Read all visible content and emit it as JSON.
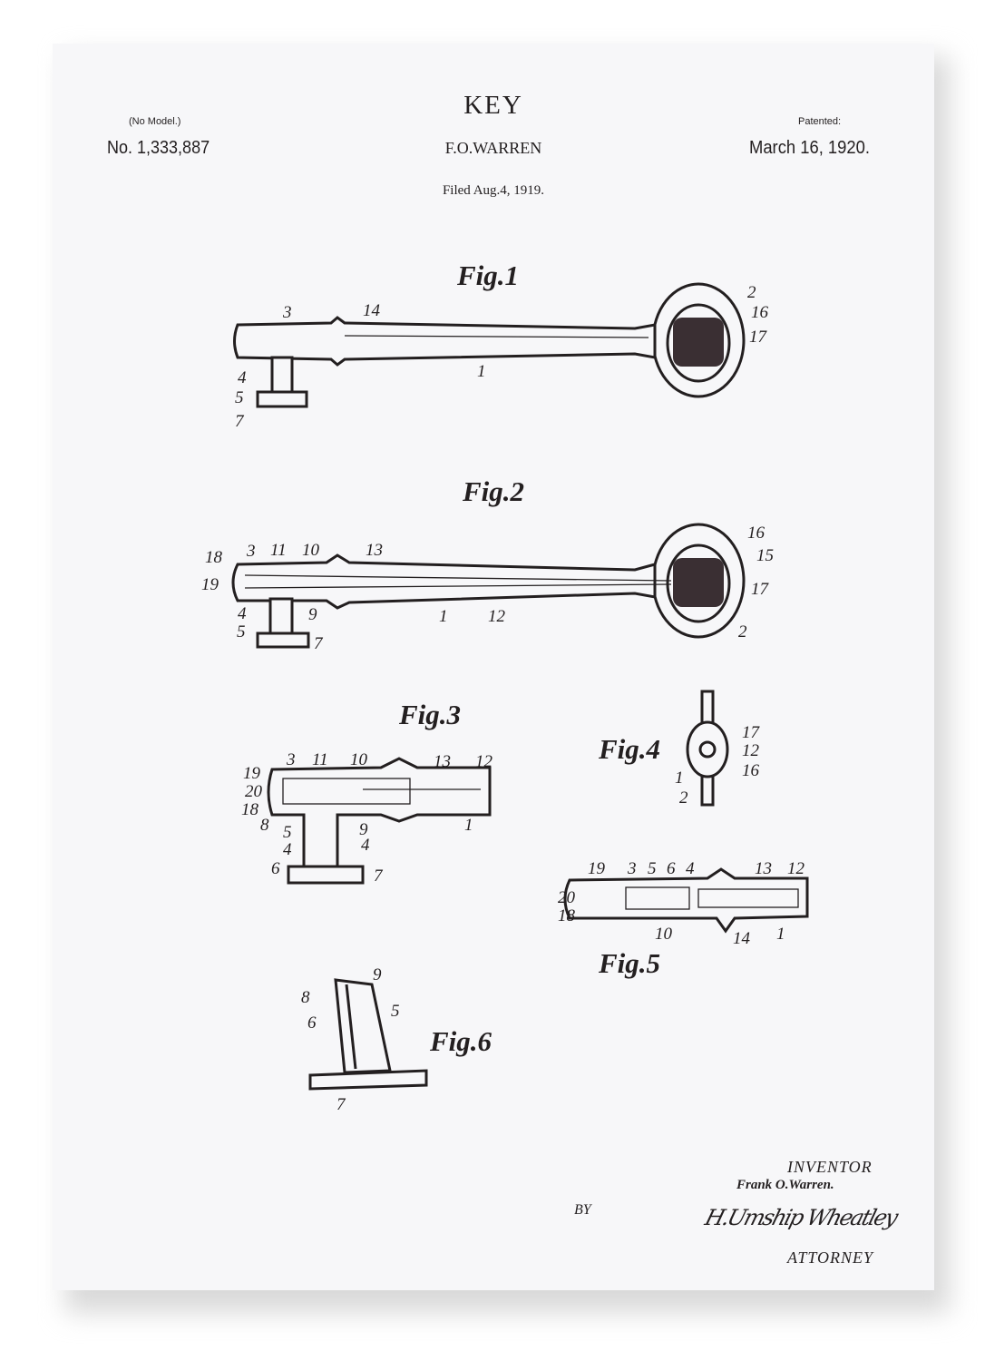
{
  "header": {
    "title": "KEY",
    "no_model": "(No Model.)",
    "patent_number": "No. 1,333,887",
    "inventor": "F.O.WARREN",
    "patented_label": "Patented:",
    "patented_date": "March 16, 1920.",
    "filed": "Filed Aug.4, 1919."
  },
  "figures": {
    "fig1": {
      "title": "Fig.1",
      "labels": [
        "3",
        "14",
        "2",
        "16",
        "17",
        "4",
        "5",
        "7",
        "1"
      ]
    },
    "fig2": {
      "title": "Fig.2",
      "labels": [
        "18",
        "3",
        "11",
        "10",
        "13",
        "19",
        "4",
        "5",
        "9",
        "1",
        "12",
        "7",
        "16",
        "15",
        "17",
        "2"
      ]
    },
    "fig3": {
      "title": "Fig.3",
      "labels": [
        "19",
        "3",
        "11",
        "10",
        "13",
        "12",
        "20",
        "18",
        "8",
        "5",
        "4",
        "9",
        "4",
        "6",
        "7",
        "1"
      ]
    },
    "fig4": {
      "title": "Fig.4",
      "labels": [
        "17",
        "12",
        "16",
        "1",
        "2"
      ]
    },
    "fig5": {
      "title": "Fig.5",
      "labels": [
        "19",
        "3",
        "5",
        "6",
        "4",
        "13",
        "12",
        "20",
        "18",
        "10",
        "14",
        "1"
      ]
    },
    "fig6": {
      "title": "Fig.6",
      "labels": [
        "9",
        "8",
        "6",
        "5",
        "7"
      ]
    }
  },
  "footer": {
    "inventor_label": "INVENTOR",
    "inventor_signature": "Frank O.Warren.",
    "by": "BY",
    "attorney_signature": "H.Umship Wheatley",
    "attorney_label": "ATTORNEY"
  },
  "colors": {
    "ink": "#231f20",
    "paper": "#f7f7f9"
  }
}
